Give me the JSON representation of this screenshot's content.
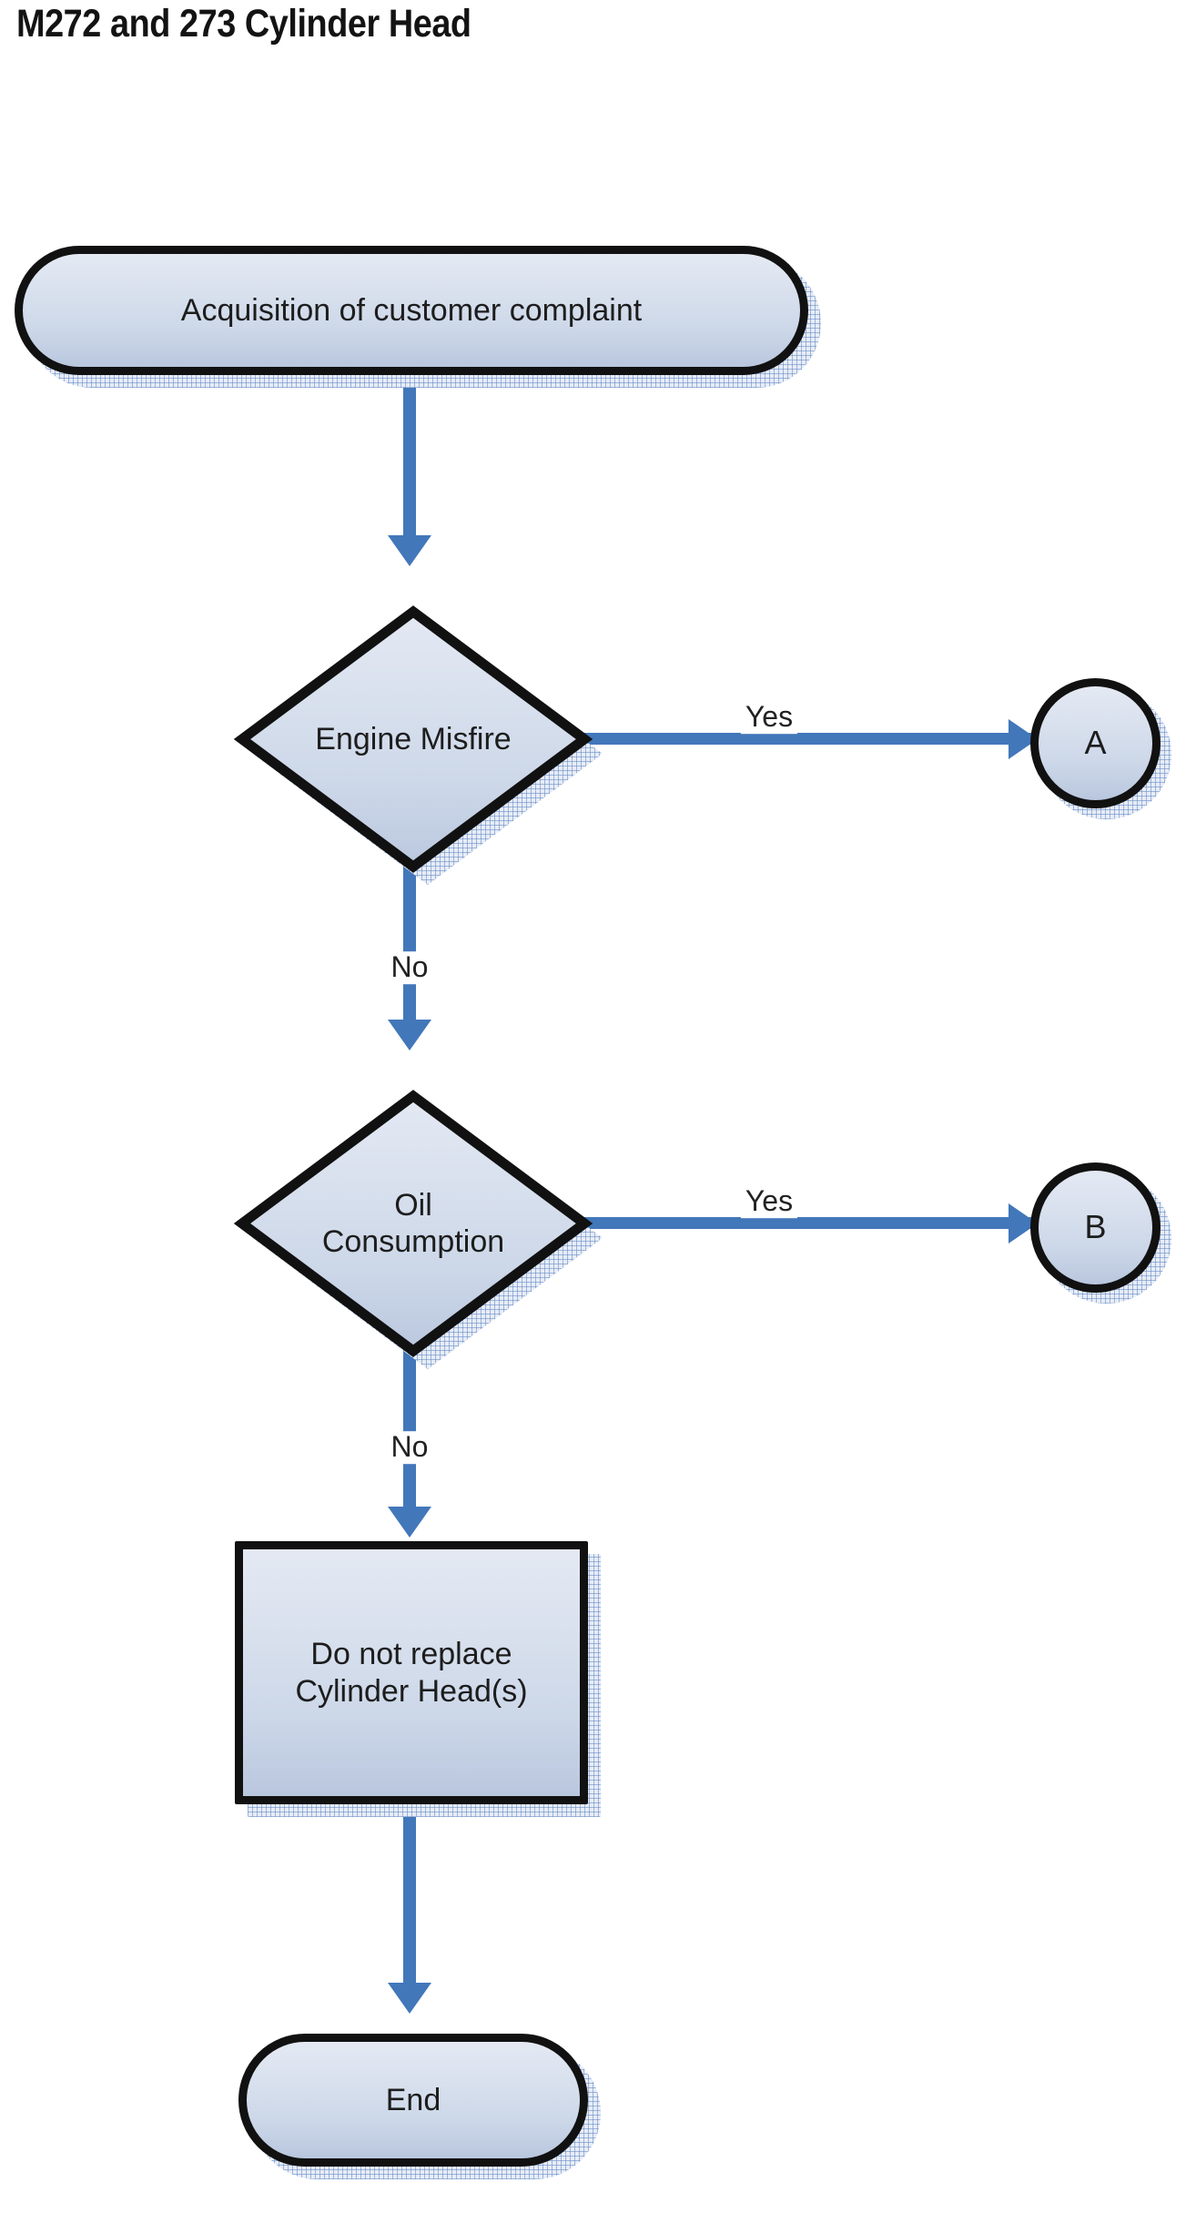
{
  "page": {
    "title": "M272 and 273 Cylinder Head",
    "background_color": "#ffffff"
  },
  "theme": {
    "node_border_color": "#111111",
    "node_fill_top": "#e4e9f3",
    "node_fill_bottom": "#b9c7de",
    "connector_color": "#4277ba",
    "shadow_hatch_color": "#5f87c3",
    "text_color": "#1d1d1d"
  },
  "chart_data": {
    "type": "flowchart",
    "title": "M272 and 273 Cylinder Head",
    "nodes": [
      {
        "id": "start",
        "shape": "terminator",
        "label": "Acquisition of customer complaint"
      },
      {
        "id": "misfire",
        "shape": "decision",
        "label": "Engine Misfire"
      },
      {
        "id": "connA",
        "shape": "connector",
        "label": "A"
      },
      {
        "id": "oil",
        "shape": "decision",
        "label": "Oil\nConsumption"
      },
      {
        "id": "connB",
        "shape": "connector",
        "label": "B"
      },
      {
        "id": "norepl",
        "shape": "process",
        "label": "Do not replace\nCylinder Head(s)"
      },
      {
        "id": "end",
        "shape": "terminator",
        "label": "End"
      }
    ],
    "edges": [
      {
        "from": "start",
        "to": "misfire",
        "label": "",
        "direction": "down"
      },
      {
        "from": "misfire",
        "to": "connA",
        "label": "Yes",
        "direction": "right"
      },
      {
        "from": "misfire",
        "to": "oil",
        "label": "No",
        "direction": "down"
      },
      {
        "from": "oil",
        "to": "connB",
        "label": "Yes",
        "direction": "right"
      },
      {
        "from": "oil",
        "to": "norepl",
        "label": "No",
        "direction": "down"
      },
      {
        "from": "norepl",
        "to": "end",
        "label": "",
        "direction": "down"
      }
    ]
  },
  "nodes": {
    "start": {
      "label": "Acquisition of customer complaint"
    },
    "misfire": {
      "label": "Engine Misfire"
    },
    "connA": {
      "label": "A"
    },
    "oil": {
      "label": "Oil\nConsumption"
    },
    "connB": {
      "label": "B"
    },
    "norepl": {
      "label": "Do not replace\nCylinder Head(s)"
    },
    "end": {
      "label": "End"
    }
  },
  "edge_labels": {
    "misfire_yes": "Yes",
    "misfire_no": "No",
    "oil_yes": "Yes",
    "oil_no": "No"
  }
}
